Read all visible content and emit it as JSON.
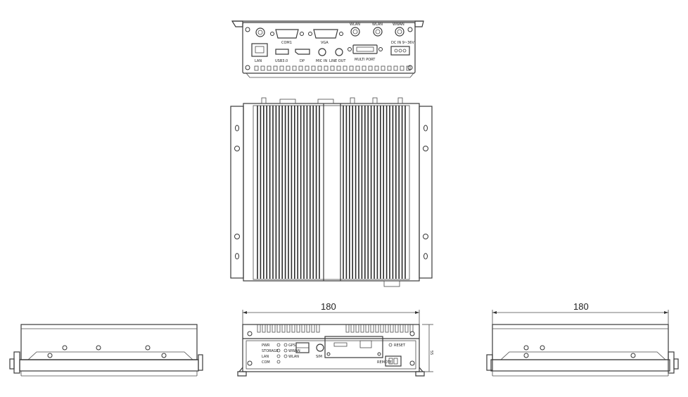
{
  "drawing": {
    "dimensions": {
      "front_width": "180",
      "side_width": "180",
      "front_height": "55"
    },
    "rear_io_labels": {
      "com1": "COM1",
      "vga": "VGA",
      "wlan_1": "WLAN",
      "wlan_2": "WLAN",
      "wwan": "WWAN",
      "lan": "LAN",
      "usb": "USB3.0",
      "dp": "DP",
      "mic_in": "MIC IN",
      "line_out": "LINE OUT",
      "multi_port": "MULTI PORT",
      "dc_in": "DC IN 9~36V"
    },
    "front_labels": {
      "pwr": "PWR",
      "storage": "STORAGE",
      "lan": "LAN",
      "com": "COM",
      "gps": "GPS",
      "wwan": "WWAN",
      "wlan": "WLAN",
      "sim": "SIM",
      "reset": "RESET",
      "remote": "REMOTE"
    },
    "colors": {
      "line": "#3a3a3a",
      "background": "#ffffff"
    }
  }
}
